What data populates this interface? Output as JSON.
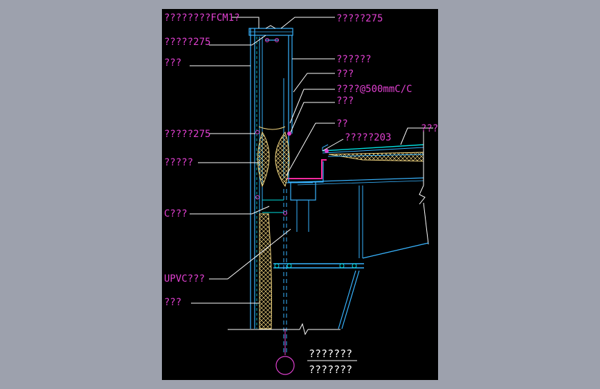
{
  "labels": {
    "l1": "????????FCM1?",
    "l2": "?????275",
    "l3": "?????275",
    "l4": "???",
    "l5": "??????",
    "l6": "???",
    "l7": "????@500mmC/C",
    "l8": "???",
    "l9": "?????275",
    "l10": "??",
    "l11": "?????203",
    "l12": "???",
    "l13": "?????",
    "l14": "C???",
    "l15": "UPVC???",
    "l16": "???"
  },
  "title_block": {
    "title": "???????",
    "subtitle": "???????"
  },
  "colors": {
    "background": "#9da1ad",
    "sheet": "#000000",
    "label": "#e040d0",
    "leader": "#ffffff",
    "steel": "#38b4ff",
    "cyan": "#00e0e0",
    "insulation": "#f2d680",
    "flashing": "#ff2aa0",
    "anchor": "#e040d0"
  }
}
